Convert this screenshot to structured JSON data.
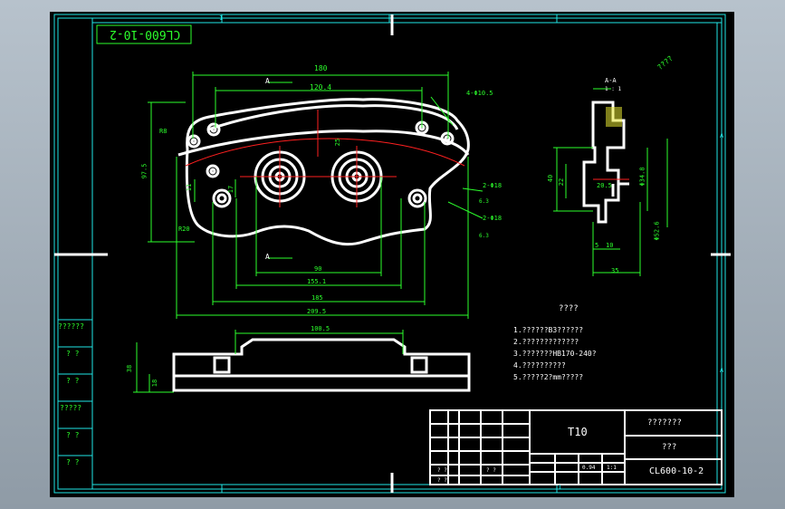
{
  "drawing": {
    "code_box": "CL600-10-2",
    "title_mark": "T10",
    "name_cell": "???????",
    "material_cell": "???",
    "code_cell": "CL600-10-2",
    "scale_cell_1": "0.94",
    "scale_cell_2": "1:1",
    "tb_cells": [
      "? ?",
      "? ?",
      "? ?"
    ],
    "roughness_note": "????",
    "notes_title": "????",
    "notes": [
      "1.??????B3??????",
      "2.?????????????",
      "3.???????HB170-240?",
      "4.??????????",
      "5.?????2?mm?????"
    ],
    "side_labels": [
      "??????",
      "? ?",
      "? ?",
      "?????",
      "? ?",
      "? ?"
    ],
    "section_label": "A-A",
    "section_scale": "1 : 1",
    "section_ref": "A",
    "edge_letters": {
      "left": "A",
      "right": "A",
      "top_num": "1",
      "bottom_num": "1"
    }
  },
  "dimensions": {
    "top_180": "180",
    "top_120": "120.4",
    "mid_90": "90",
    "mid_155": "155.1",
    "mid_185": "185",
    "bottom_200": "209.5",
    "hole_4": "4-Φ10.5",
    "height_97": "97.5",
    "r_left": "R8",
    "r_low": "R20",
    "d17": "17",
    "d11": "11",
    "d25": "25",
    "rough_1": "6.3",
    "rough_2": "6.3",
    "holes_2a": "2-Φ18",
    "holes_2b": "2-Φ18",
    "side_dim": "100.5",
    "side_h1": "38",
    "side_h2": "18",
    "sec_40": "40",
    "sec_22": "22",
    "sec_20": "20.5",
    "sec_5": "5",
    "sec_10": "10",
    "sec_35": "35",
    "sec_right": "Φ34.8",
    "sec_right2": "Φ52.6"
  },
  "colors": {
    "bg": "#000000",
    "frame": "#21e6e6",
    "part": "#ffffff",
    "dim": "#2cff2c",
    "center": "#ff2020",
    "page": "#a7b3bd"
  }
}
